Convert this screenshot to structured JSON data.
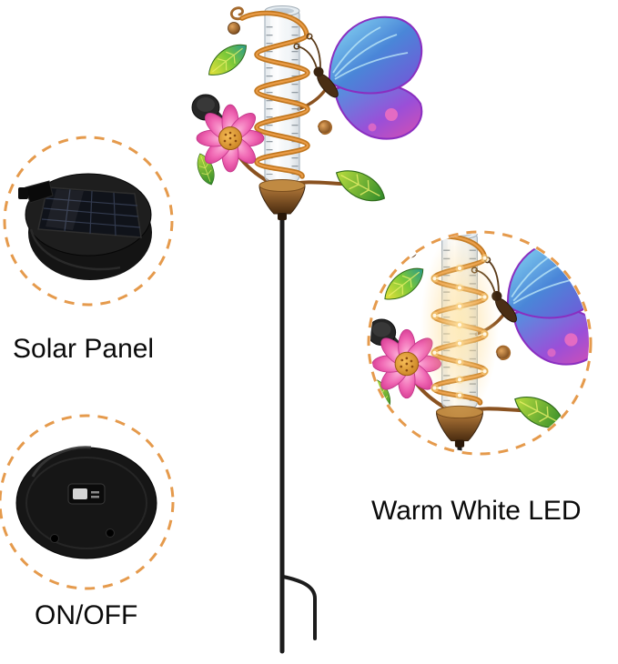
{
  "product_diagram": {
    "labels": {
      "solar_panel": "Solar Panel",
      "on_off": "ON/OFF",
      "warm_white_led": "Warm White LED"
    },
    "colors": {
      "background": "#ffffff",
      "callout_dash_orange": "#e59a4c",
      "label_text": "#0b0b0b",
      "spiral_copper": "#c0761e",
      "butterfly_blue": "#4a86d8",
      "butterfly_purple": "#9a4fd8",
      "flower_pink": "#e85aa8",
      "flower_center_orange": "#e0922e",
      "leaf_green": "#55a832",
      "leaf_yellow": "#e8e23a",
      "stake_black": "#1c1c1c",
      "led_glow_warm": "#ffd98a"
    },
    "illustrations": [
      {
        "name": "solar-panel-photo",
        "depicts": "round black solar panel unit with mounting clip"
      },
      {
        "name": "power-switch-photo",
        "depicts": "black back cover with small ON/OFF switch and two screw holes"
      },
      {
        "name": "rain-gauge-product",
        "depicts": "glass rain gauge tube with copper spiral, butterfly, pink flower and leaves on a black garden stake"
      },
      {
        "name": "led-closeup-photo",
        "depicts": "close-up of rain gauge glowing with warm white LED string"
      }
    ]
  }
}
